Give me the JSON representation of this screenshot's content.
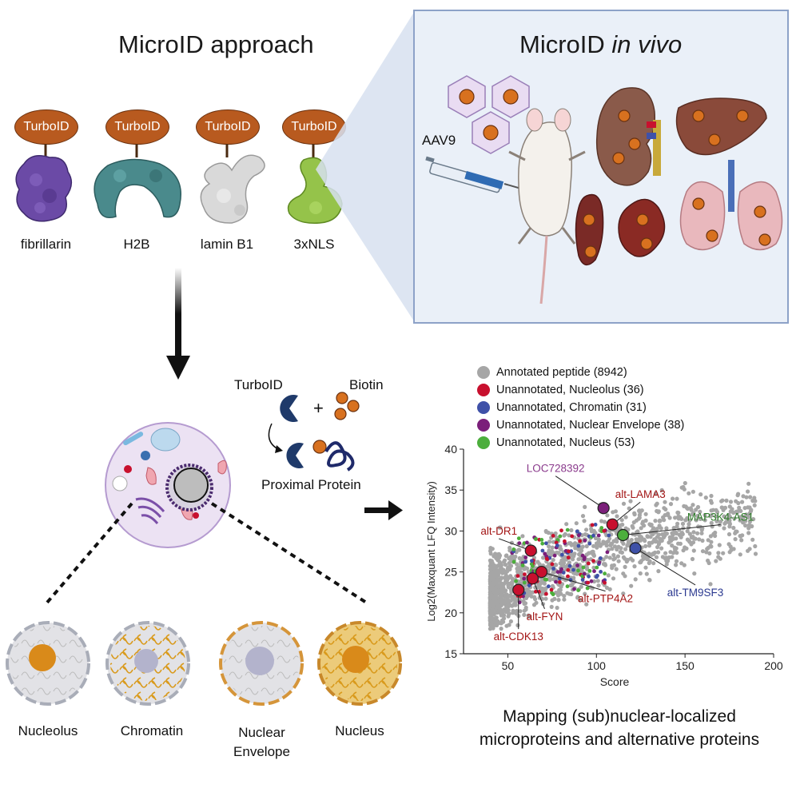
{
  "titles": {
    "approach": "MicroID approach",
    "in_vivo_prefix": "MicroID ",
    "in_vivo_italic": "in vivo"
  },
  "constructs": [
    {
      "tag": "TurboID",
      "label": "fibrillarin",
      "color": "#6b4aa6"
    },
    {
      "tag": "TurboID",
      "label": "H2B",
      "color": "#4a8a8c"
    },
    {
      "tag": "TurboID",
      "label": "lamin B1",
      "color": "#d9d9d9"
    },
    {
      "tag": "TurboID",
      "label": "3xNLS",
      "color": "#95c34a"
    }
  ],
  "aav_label": "AAV9",
  "reaction": {
    "enzyme": "TurboID",
    "plus": "+",
    "substrate": "Biotin",
    "product": "Proximal Protein"
  },
  "compartments": [
    {
      "label": "Nucleolus"
    },
    {
      "label": "Chromatin"
    },
    {
      "label": "Nuclear Envelope"
    },
    {
      "label": "Nucleus"
    }
  ],
  "footer_caption": [
    "Mapping (sub)nuclear-localized",
    "microproteins and alternative proteins"
  ],
  "colors": {
    "turboid": "#b85a1f",
    "nucleolus": "#c8102e",
    "chromatin": "#3f51a8",
    "nuclear_envelope": "#7b1f7a",
    "nucleus": "#4cae3c",
    "annotated": "#a6a6a6"
  },
  "chart_data": {
    "type": "scatter",
    "xlabel": "Score",
    "ylabel": "Log2(Maxquant LFQ Intensity)",
    "xlim": [
      25,
      200
    ],
    "ylim": [
      15,
      40
    ],
    "xticks": [
      50,
      100,
      150,
      200
    ],
    "yticks": [
      15,
      20,
      25,
      30,
      35,
      40
    ],
    "grid": false,
    "legend_position": "top",
    "series": [
      {
        "name": "Annotated peptide (8942)",
        "color": "#a6a6a6"
      },
      {
        "name": "Unannotated, Nucleolus (36)",
        "color": "#c8102e"
      },
      {
        "name": "Unannotated, Chromatin (31)",
        "color": "#3f51a8"
      },
      {
        "name": "Unannotated, Nuclear Envelope (38)",
        "color": "#7b1f7a"
      },
      {
        "name": "Unannotated, Nucleus (53)",
        "color": "#4cae3c"
      }
    ],
    "highlighted": [
      {
        "label": "LOC728392",
        "x": 104,
        "y": 32.8,
        "color": "#7b1f7a",
        "label_color": "#8a3a8c"
      },
      {
        "label": "alt-LAMA3",
        "x": 109,
        "y": 30.8,
        "color": "#c8102e",
        "label_color": "#a31515"
      },
      {
        "label": "MAP3K4-AS1",
        "x": 115,
        "y": 29.5,
        "color": "#4cae3c",
        "label_color": "#2f7d2a"
      },
      {
        "label": "alt-TM9SF3",
        "x": 122,
        "y": 27.9,
        "color": "#3f51a8",
        "label_color": "#2b3990"
      },
      {
        "label": "alt-DR1",
        "x": 63,
        "y": 27.6,
        "color": "#c8102e",
        "label_color": "#a31515"
      },
      {
        "label": "alt-PTP4A2",
        "x": 69,
        "y": 25.0,
        "color": "#c8102e",
        "label_color": "#a31515"
      },
      {
        "label": "alt-FYN",
        "x": 64,
        "y": 24.2,
        "color": "#c8102e",
        "label_color": "#a31515"
      },
      {
        "label": "alt-CDK13",
        "x": 56,
        "y": 22.8,
        "color": "#c8102e",
        "label_color": "#a31515"
      }
    ]
  }
}
